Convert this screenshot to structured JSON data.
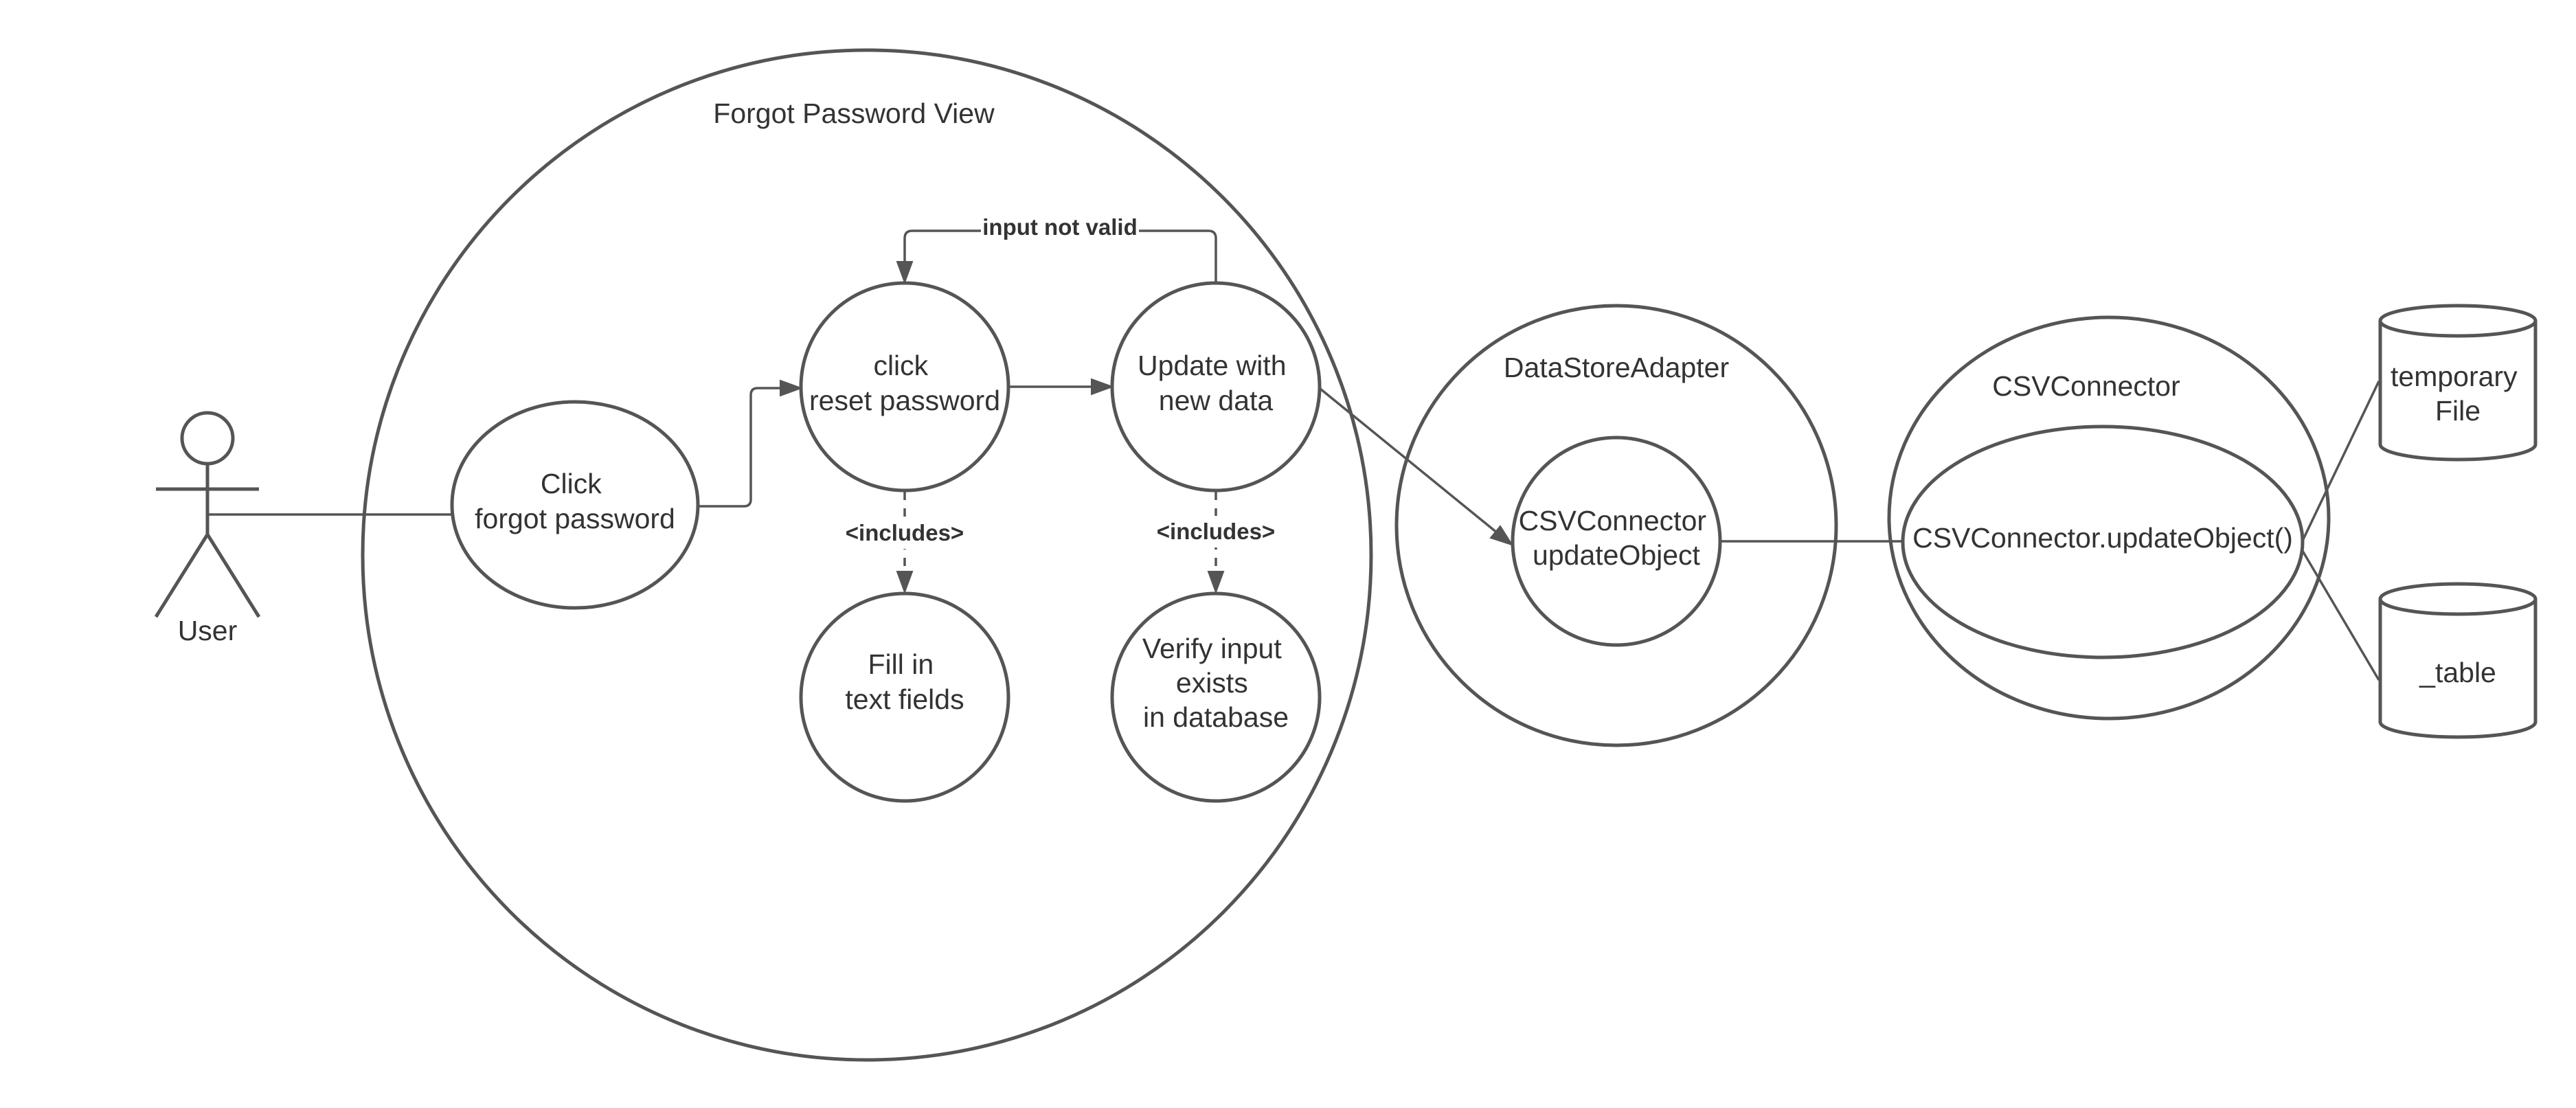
{
  "boundaries": {
    "forgot_password_view": "Forgot Password View",
    "datastore_adapter": "DataStoreAdapter",
    "csv_connector": "CSVConnector"
  },
  "actor": {
    "name": "User"
  },
  "use_cases": {
    "click_forgot_password": [
      "Click",
      "forgot password"
    ],
    "click_reset_password": [
      "click",
      "reset password"
    ],
    "update_with_new_data": [
      "Update with",
      "new data"
    ],
    "fill_in_text_fields": [
      "Fill in",
      "text fields"
    ],
    "verify_input": [
      "Verify input",
      "exists",
      "in database"
    ],
    "csvconnector_updateobject": [
      "CSVConnector",
      "updateObject"
    ],
    "csvconnector_updateobject_call": "CSVConnector.updateObject()"
  },
  "datastores": {
    "temporary_file": [
      "temporary",
      "File"
    ],
    "table": "_table"
  },
  "edge_labels": {
    "input_not_valid": "input not valid",
    "includes_1": "<includes>",
    "includes_2": "<includes>"
  },
  "colors": {
    "stroke": "#555555",
    "text": "#333333",
    "background": "#ffffff"
  }
}
